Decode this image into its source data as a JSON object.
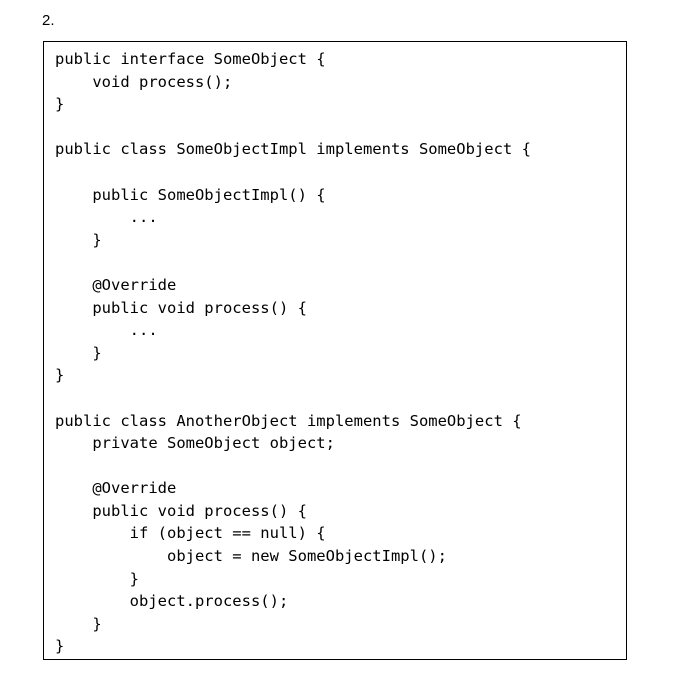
{
  "question": {
    "number": "2."
  },
  "code": {
    "lines": [
      "public interface SomeObject {",
      "    void process();",
      "}",
      "",
      "public class SomeObjectImpl implements SomeObject {",
      "",
      "    public SomeObjectImpl() {",
      "        ...",
      "    }",
      "",
      "    @Override",
      "    public void process() {",
      "        ...",
      "    }",
      "}",
      "",
      "public class AnotherObject implements SomeObject {",
      "    private SomeObject object;",
      "",
      "    @Override",
      "    public void process() {",
      "        if (object == null) {",
      "            object = new SomeObjectImpl();",
      "        }",
      "        object.process();",
      "    }",
      "}"
    ]
  }
}
